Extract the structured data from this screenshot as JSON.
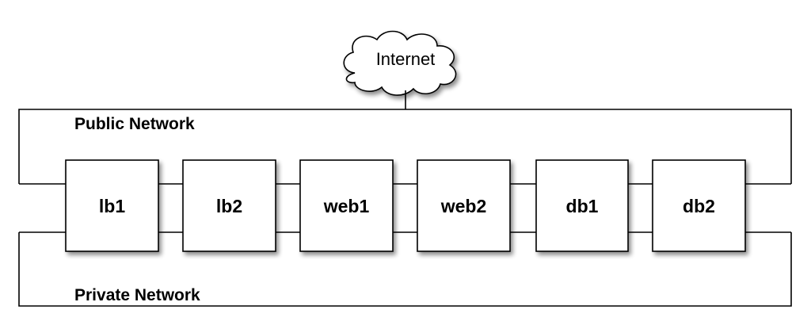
{
  "cloud": {
    "label": "Internet"
  },
  "public_network": {
    "label": "Public Network"
  },
  "private_network": {
    "label": "Private Network"
  },
  "nodes": [
    {
      "id": "lb1",
      "label": "lb1"
    },
    {
      "id": "lb2",
      "label": "lb2"
    },
    {
      "id": "web1",
      "label": "web1"
    },
    {
      "id": "web2",
      "label": "web2"
    },
    {
      "id": "db1",
      "label": "db1"
    },
    {
      "id": "db2",
      "label": "db2"
    }
  ],
  "colors": {
    "stroke": "#000000",
    "fill": "#ffffff",
    "shadow": "#888888"
  }
}
